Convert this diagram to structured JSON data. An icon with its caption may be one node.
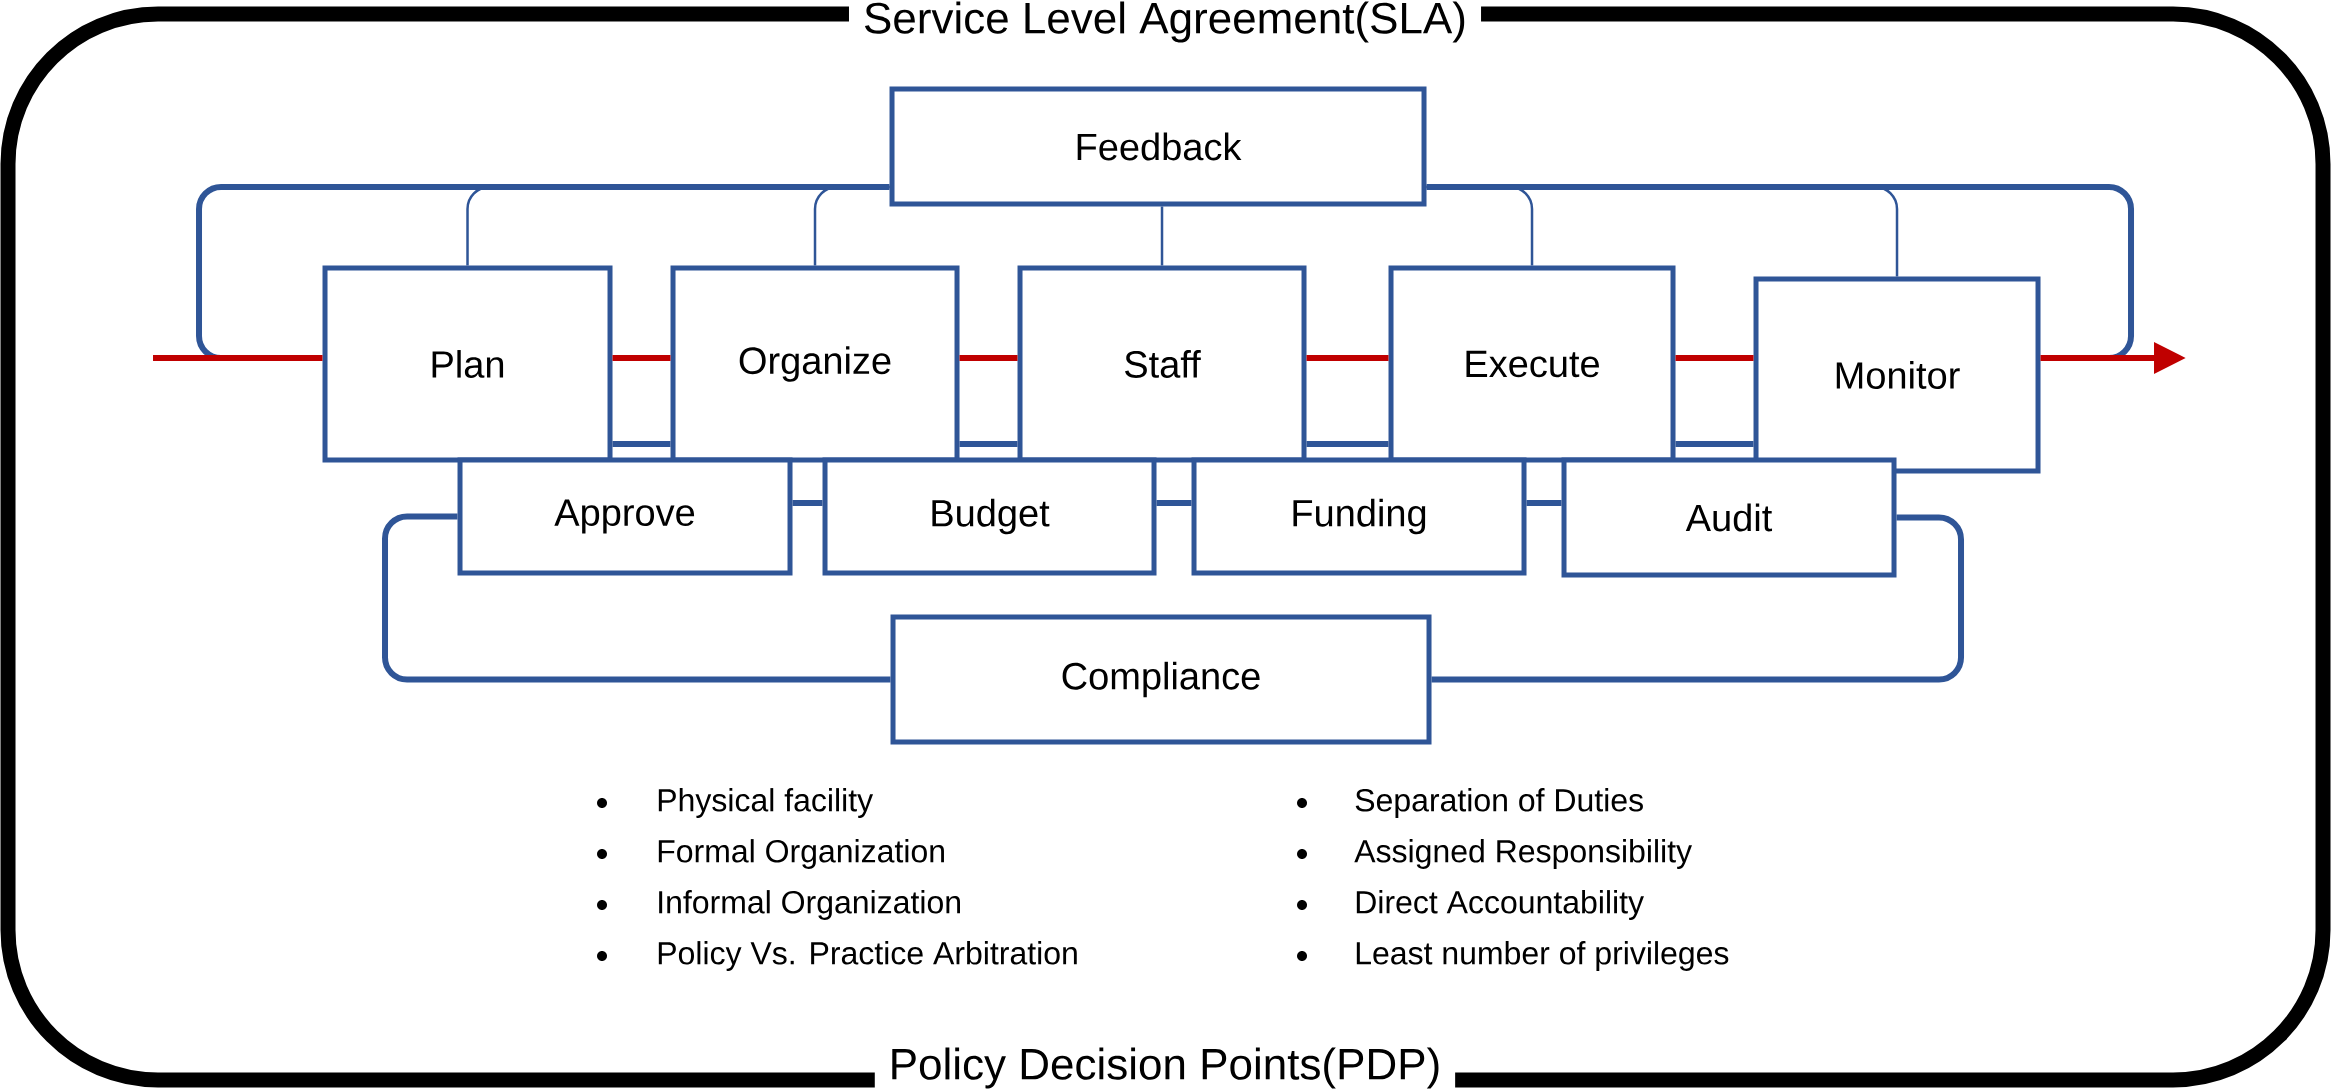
{
  "diagram": {
    "title": "Service Level Agreement(SLA)",
    "caption": "Policy Decision Points(PDP)",
    "nodes": [
      {
        "text": [
          "Feedback"
        ]
      },
      {
        "text": [
          "Plan"
        ]
      },
      {
        "text": [
          "Organize"
        ]
      },
      {
        "text": [
          "Staff"
        ]
      },
      {
        "text": [
          "Execute"
        ]
      },
      {
        "text": [
          "Monitor"
        ]
      },
      {
        "text": [
          "Approve"
        ]
      },
      {
        "text": [
          "Budget"
        ]
      },
      {
        "text": [
          "Funding"
        ]
      },
      {
        "text": [
          "Audit"
        ]
      },
      {
        "text": [
          "Compliance"
        ]
      }
    ],
    "edges": [
      {
        "from": 0,
        "to": null,
        "arrow": "none"
      },
      {
        "from": 0,
        "to": null,
        "arrow": "none"
      },
      {
        "from": 0,
        "to": 1,
        "arrow": "none"
      },
      {
        "from": 0,
        "to": 2,
        "arrow": "none"
      },
      {
        "from": 0,
        "to": 3,
        "arrow": "none"
      },
      {
        "from": 0,
        "to": 4,
        "arrow": "none"
      },
      {
        "from": 0,
        "to": 5,
        "arrow": "none"
      },
      {
        "from": null,
        "to": 1,
        "arrow": "none",
        "color": "#c00000"
      },
      {
        "from": 1,
        "to": 2,
        "arrow": "none",
        "color": "#c00000"
      },
      {
        "from": 2,
        "to": 3,
        "arrow": "none",
        "color": "#c00000"
      },
      {
        "from": 3,
        "to": 4,
        "arrow": "none",
        "color": "#c00000"
      },
      {
        "from": 4,
        "to": 5,
        "arrow": "none",
        "color": "#c00000"
      },
      {
        "from": 5,
        "to": null,
        "arrow": "to",
        "color": "#c00000"
      },
      {
        "from": 1,
        "to": 2,
        "arrow": "none"
      },
      {
        "from": 2,
        "to": 3,
        "arrow": "none"
      },
      {
        "from": 3,
        "to": 4,
        "arrow": "none"
      },
      {
        "from": 4,
        "to": 5,
        "arrow": "none"
      },
      {
        "from": 6,
        "to": 7,
        "arrow": "none"
      },
      {
        "from": 7,
        "to": 8,
        "arrow": "none"
      },
      {
        "from": 8,
        "to": 9,
        "arrow": "none"
      },
      {
        "from": 10,
        "to": 6,
        "arrow": "none"
      },
      {
        "from": 10,
        "to": 9,
        "arrow": "none"
      }
    ],
    "labels": [
      "Physical facility",
      "Formal Organization",
      "Informal Organization",
      "Policy Vs. Practice Arbitration",
      "Separation of Duties",
      "Assigned Responsibility",
      "Direct Accountability",
      "Least number of privileges"
    ]
  }
}
